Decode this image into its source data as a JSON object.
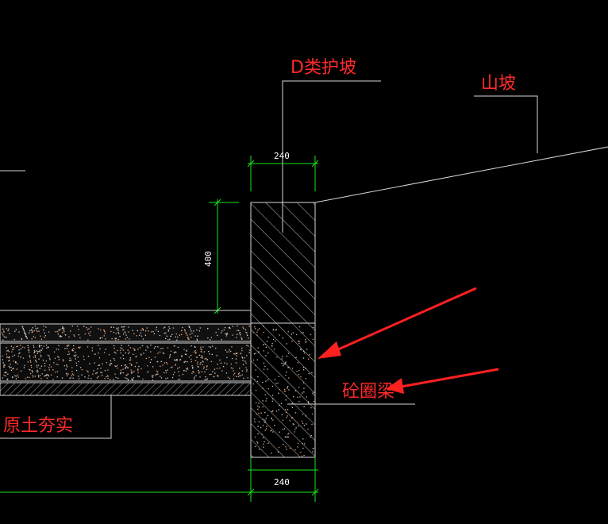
{
  "labels": {
    "revetment": "D类护坡",
    "hillside": "山坡",
    "ring_beam": "砼圈梁",
    "compacted_soil": "原土夯实"
  },
  "dimensions": {
    "wall_width_top": "240",
    "wall_height": "400",
    "wall_width_bottom": "240"
  },
  "colors": {
    "background": "#000000",
    "linework": "#d6d6d6",
    "dimension": "#17e617",
    "annotation": "#ff2a2a",
    "speckle": "#e8a77a"
  }
}
